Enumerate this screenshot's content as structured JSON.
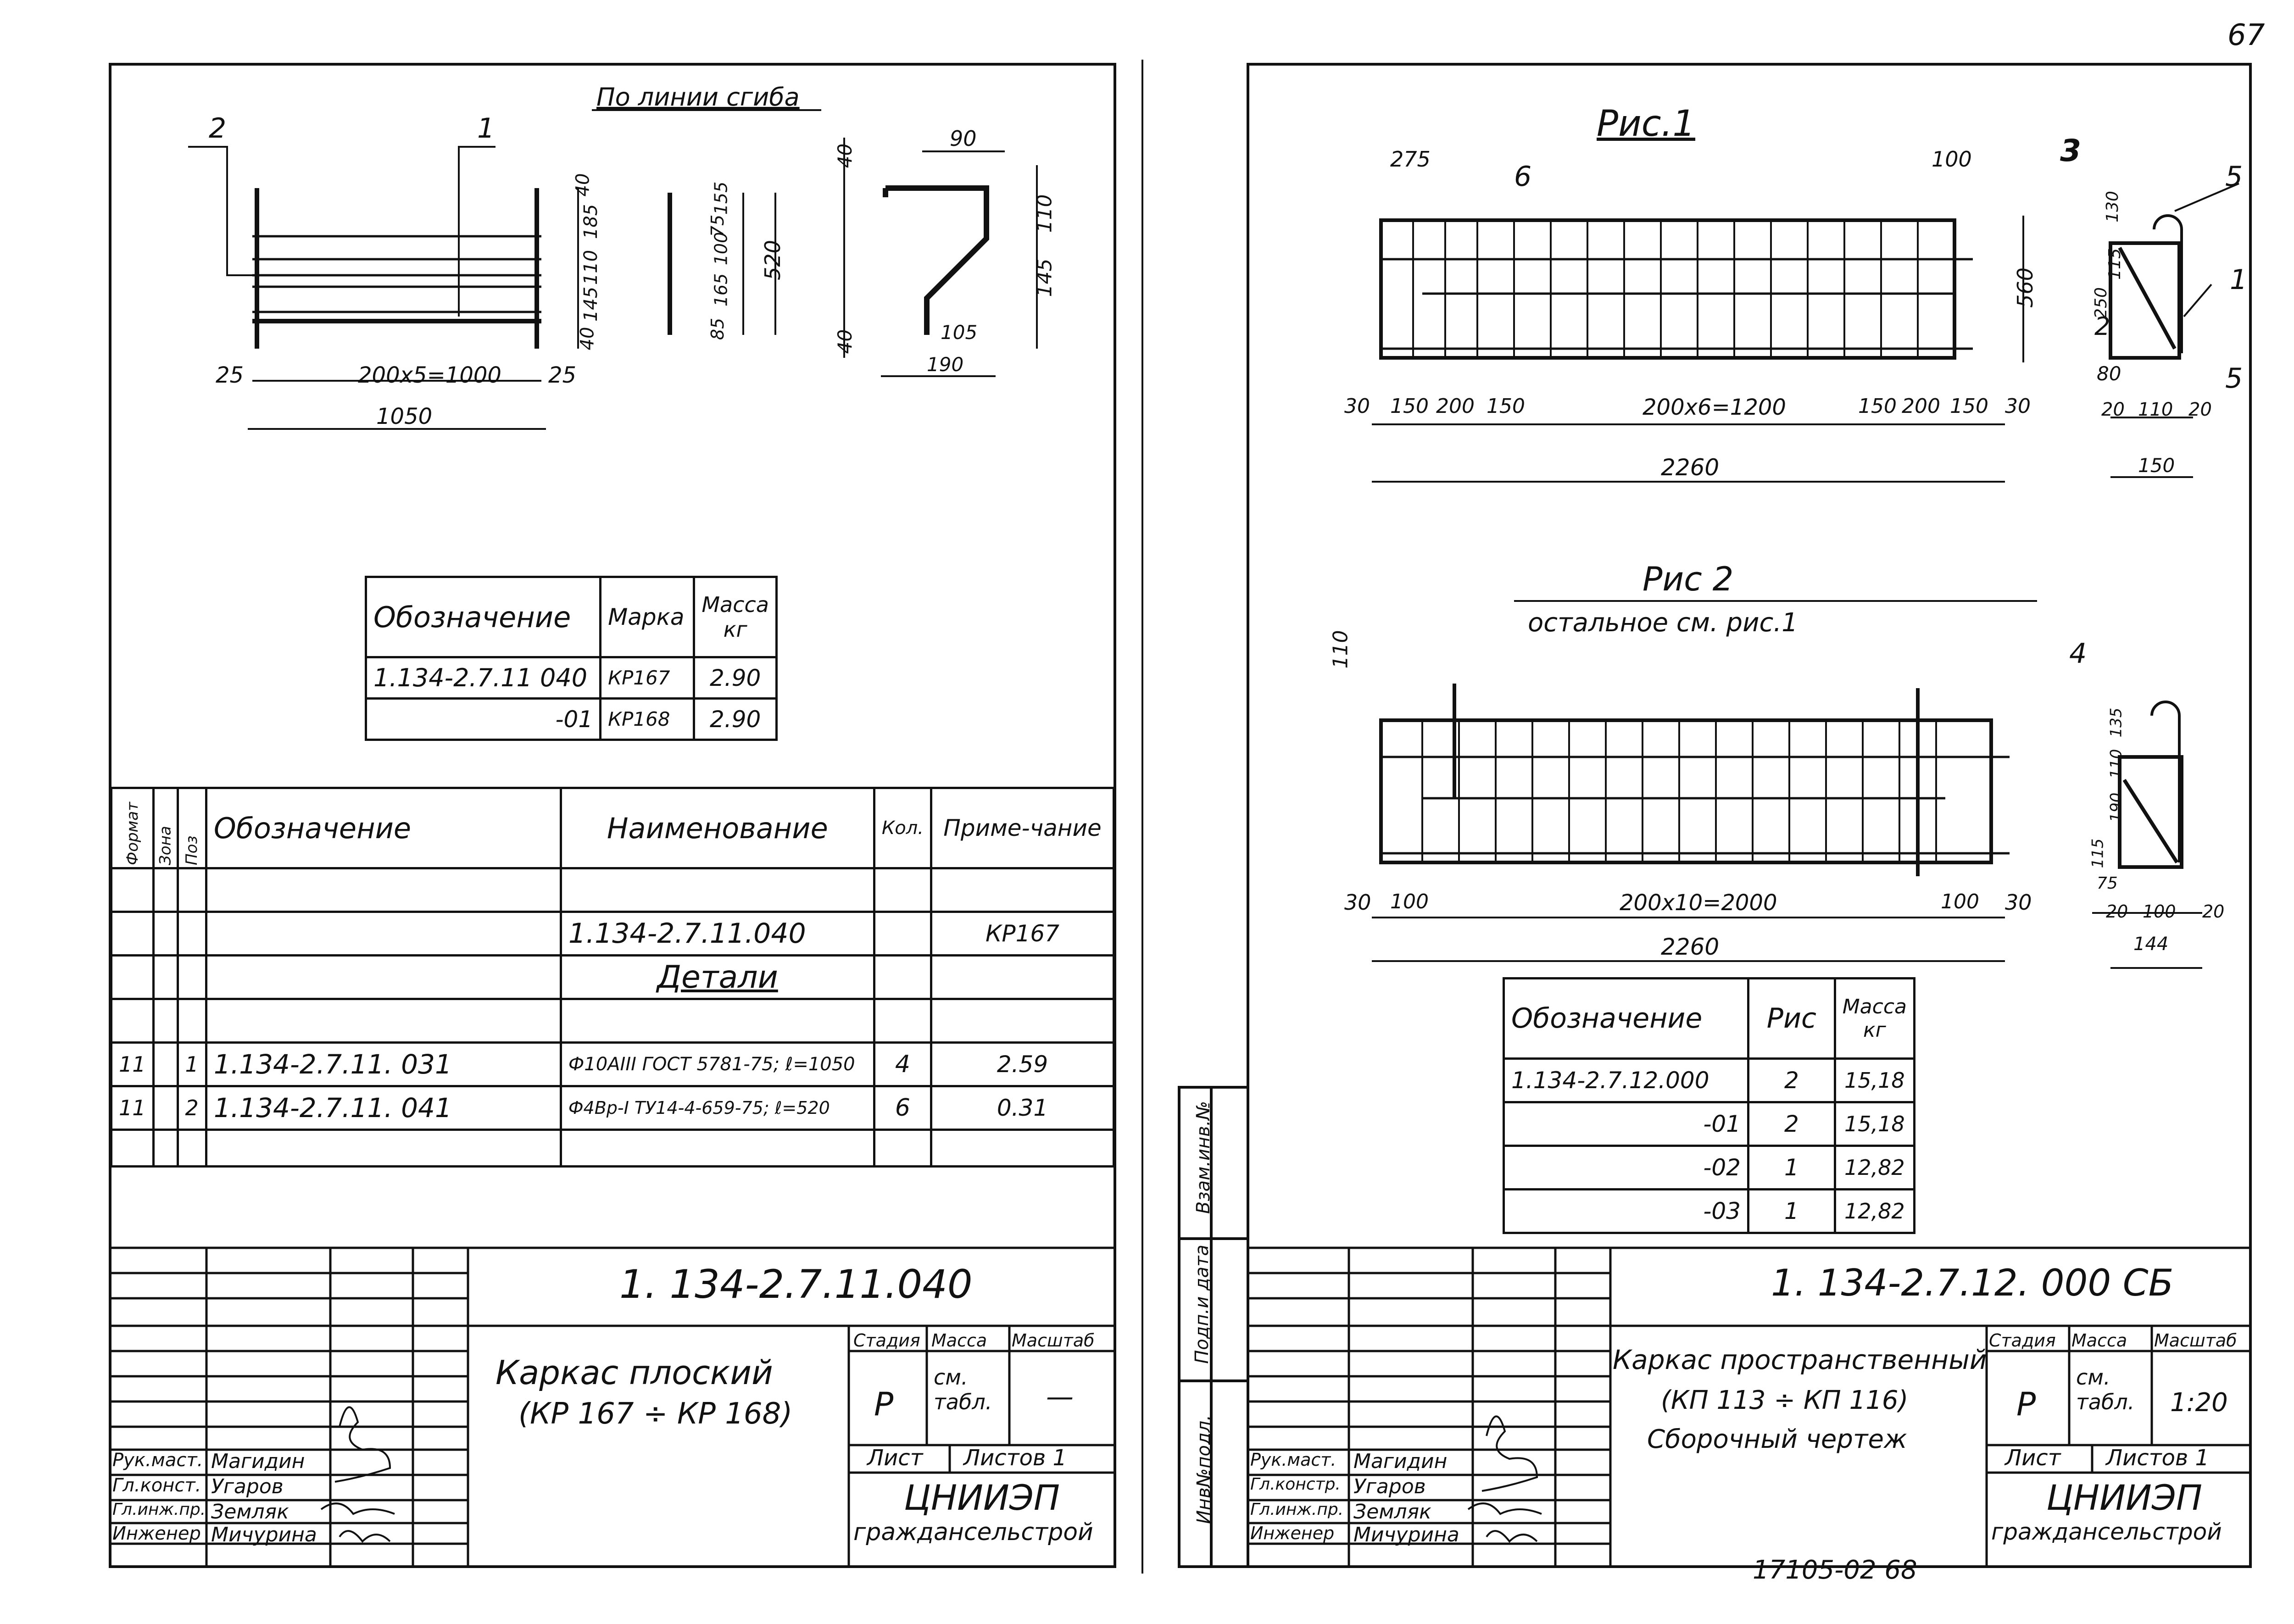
{
  "page_number_top": "67",
  "page_number_bottom": "17105-02   68",
  "left_sheet": {
    "bend_label": "По линии сгиба",
    "position_labels": [
      "2",
      "1"
    ],
    "dims": {
      "top_left": "25",
      "span": "200x5=1000",
      "top_right": "25",
      "total": "1050",
      "right_stack": [
        "40",
        "185",
        "110",
        "145",
        "40"
      ],
      "mid_stack": [
        "155",
        "75",
        "100",
        "165",
        "85"
      ],
      "mid_total": "520",
      "bend_top": "90",
      "bend_right_a": "110",
      "bend_right_b": "145",
      "bend_left_a": "40",
      "bend_left_b": "40",
      "bend_bottom_a": "105",
      "bend_bottom_b": "190"
    },
    "mass_table": {
      "headers": [
        "Обозначение",
        "Марка",
        "Масса кг"
      ],
      "rows": [
        [
          "1.134-2.7.11 040",
          "КР167",
          "2.90"
        ],
        [
          "-01",
          "КР168",
          "2.90"
        ]
      ]
    },
    "spec_table": {
      "headers": [
        "Формат",
        "Зона",
        "Поз",
        "Обозначение",
        "Наименование",
        "Кол.",
        "Приме-чание"
      ],
      "doc_row": {
        "name": "1.134-2.7.11.040",
        "note": "КР167"
      },
      "section": "Детали",
      "rows": [
        [
          "11",
          "",
          "1",
          "1.134-2.7.11. 031",
          "Ф10АIII ГОСТ 5781-75; ℓ=1050",
          "4",
          "2.59"
        ],
        [
          "11",
          "",
          "2",
          "1.134-2.7.11. 041",
          "Ф4Вр-I ТУ14-4-659-75; ℓ=520",
          "6",
          "0.31"
        ]
      ]
    },
    "title_block": {
      "code": "1. 134-2.7.11.040",
      "title_line1": "Каркас плоский",
      "title_line2": "(КР 167 ÷ КР 168)",
      "stage_h": "Стадия",
      "mass_h": "Масса",
      "scale_h": "Масштаб",
      "stage": "Р",
      "mass": "см. табл.",
      "scale": "—",
      "sheet": "Лист",
      "sheets": "Листов 1",
      "org": "ЦНИИЭП",
      "org_sub": "граждансельстрой",
      "roles": [
        "Рук.маст.",
        "Гл.конст.",
        "Гл.инж.пр.",
        "Инженер"
      ],
      "names": [
        "Магидин",
        "Угаров",
        "Земляк",
        "Мичурина"
      ]
    }
  },
  "right_sheet": {
    "fig1_title": "Рис.1",
    "fig1_labels": [
      "6",
      "3",
      "5",
      "1",
      "2",
      "5"
    ],
    "fig1_dims": {
      "top_left": "275",
      "top_right": "100",
      "height": "560",
      "bottom": [
        "30",
        "150",
        "200",
        "150",
        "200x6=1200",
        "150",
        "200",
        "150",
        "30"
      ],
      "total": "2260",
      "side": [
        "130",
        "115",
        "250",
        "80",
        "20",
        "110",
        "20",
        "150"
      ]
    },
    "fig2_title": "Рис 2",
    "fig2_subtitle": "остальное   см. рис.1",
    "fig2_labels": [
      "4"
    ],
    "fig2_dims": {
      "height": "110",
      "bottom": [
        "30",
        "100",
        "200x10=2000",
        "100",
        "30"
      ],
      "total": "2260",
      "side": [
        "135",
        "110",
        "190",
        "115",
        "75",
        "20",
        "100",
        "20",
        "144"
      ]
    },
    "mass_table": {
      "headers": [
        "Обозначение",
        "Рис",
        "Масса кг"
      ],
      "rows": [
        [
          "1.134-2.7.12.000",
          "2",
          "15,18"
        ],
        [
          "-01",
          "2",
          "15,18"
        ],
        [
          "-02",
          "1",
          "12,82"
        ],
        [
          "-03",
          "1",
          "12,82"
        ]
      ]
    },
    "side_stamp": [
      "Взам.инв.№",
      "Подп.и дата",
      "Инв№подл."
    ],
    "title_block": {
      "code": "1. 134-2.7.12. 000 СБ",
      "title_line1": "Каркас пространственный",
      "title_line2": "(КП 113 ÷ КП 116)",
      "title_line3": "Сборочный чертеж",
      "stage_h": "Стадия",
      "mass_h": "Масса",
      "scale_h": "Масштаб",
      "stage": "Р",
      "mass": "см. табл.",
      "scale": "1:20",
      "sheet": "Лист",
      "sheets": "Листов 1",
      "org": "ЦНИИЭП",
      "org_sub": "граждансельстрой",
      "roles": [
        "Рук.маст.",
        "Гл.констр.",
        "Гл.инж.пр.",
        "Инженер"
      ],
      "names": [
        "Магидин",
        "Угаров",
        "Земляк",
        "Мичурина"
      ]
    }
  }
}
